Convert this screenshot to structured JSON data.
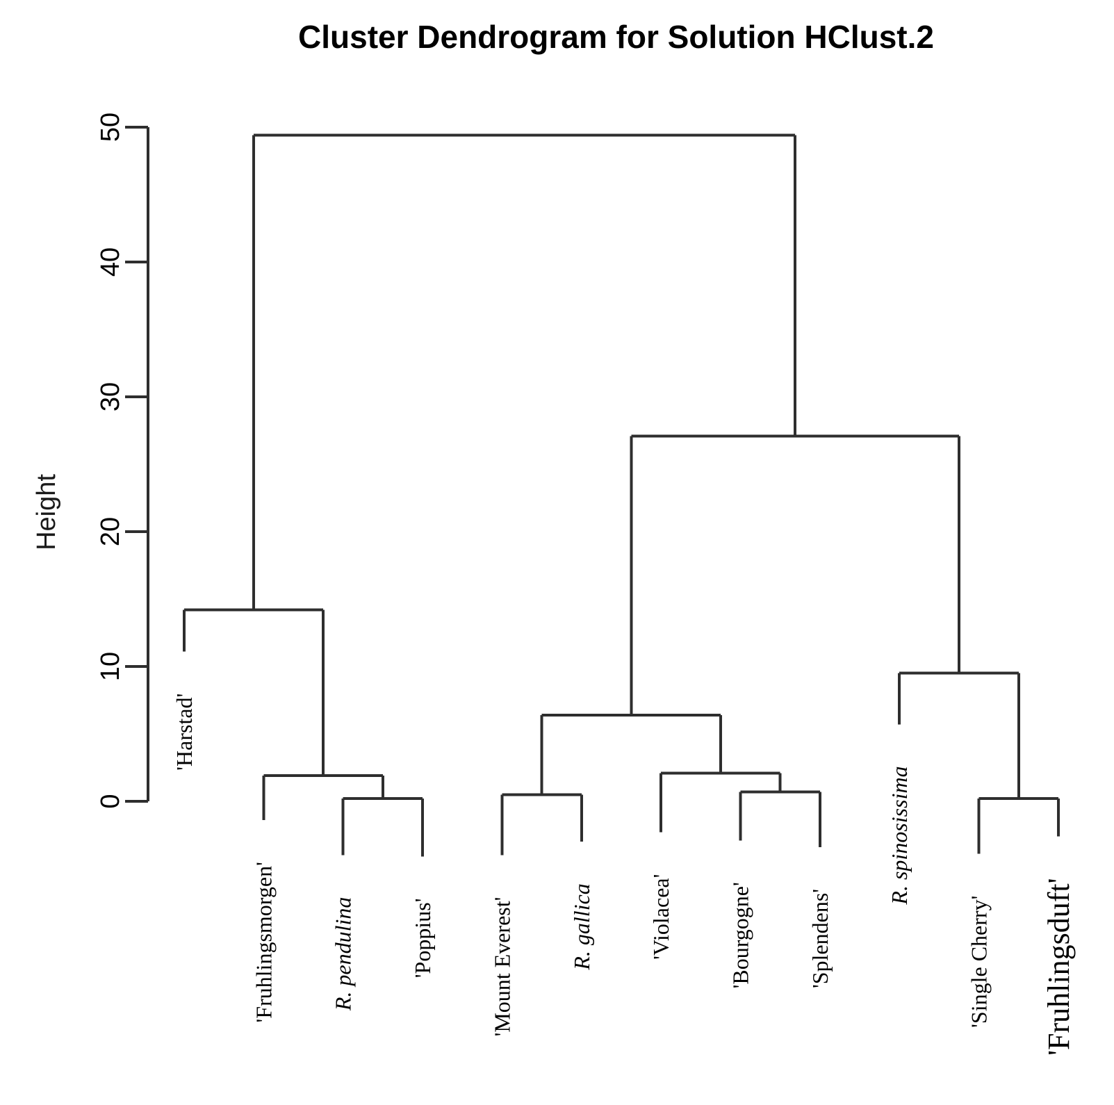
{
  "chart_data": {
    "type": "dendrogram",
    "title": "Cluster Dendrogram for Solution HClust.2",
    "ylabel": "Height",
    "yticks": [
      0,
      10,
      20,
      30,
      40,
      50
    ],
    "ylim": [
      0,
      50
    ],
    "grid": false,
    "orientation": "vertical",
    "colors": {
      "line": "#2e2e2e",
      "text": "#000000",
      "background": "#ffffff"
    },
    "leaf_order": [
      "'Harstad'",
      "'Fruhlingsmorgen'",
      "R. pendulina",
      "'Poppius'",
      "'Mount Everest'",
      "R. gallica",
      "'Violacea'",
      "'Bourgogne'",
      "'Splendens'",
      "R. spinosissima",
      "'Single Cherry'",
      "'Fruhlingsduft'"
    ],
    "tree": {
      "height": 49.4,
      "children": [
        {
          "height": 14.2,
          "children": [
            {
              "leaf": "'Harstad'",
              "end": 11.1
            },
            {
              "height": 1.9,
              "children": [
                {
                  "leaf": "'Fruhlingsmorgen'",
                  "end": -1.4
                },
                {
                  "height": 0.2,
                  "children": [
                    {
                      "leaf": "R. pendulina",
                      "italic": true,
                      "end": -4.0
                    },
                    {
                      "leaf": "'Poppius'",
                      "end": -4.1
                    }
                  ]
                }
              ]
            }
          ]
        },
        {
          "height": 27.1,
          "children": [
            {
              "height": 6.4,
              "children": [
                {
                  "height": 0.5,
                  "children": [
                    {
                      "leaf": "'Mount Everest'",
                      "end": -4.0
                    },
                    {
                      "leaf": "R. gallica",
                      "italic": true,
                      "end": -3.0
                    }
                  ]
                },
                {
                  "height": 2.1,
                  "children": [
                    {
                      "leaf": "'Violacea'",
                      "end": -2.3
                    },
                    {
                      "height": 0.7,
                      "children": [
                        {
                          "leaf": "'Bourgogne'",
                          "end": -2.9
                        },
                        {
                          "leaf": "'Splendens'",
                          "end": -3.4
                        }
                      ]
                    }
                  ]
                }
              ]
            },
            {
              "height": 9.5,
              "children": [
                {
                  "leaf": "R. spinosissima",
                  "italic": true,
                  "end": 5.7
                },
                {
                  "height": 0.2,
                  "children": [
                    {
                      "leaf": "'Single Cherry'",
                      "end": -3.9
                    },
                    {
                      "leaf": "'Fruhlingsduft'",
                      "end": -2.6,
                      "large": true
                    }
                  ]
                }
              ]
            }
          ]
        }
      ]
    }
  }
}
